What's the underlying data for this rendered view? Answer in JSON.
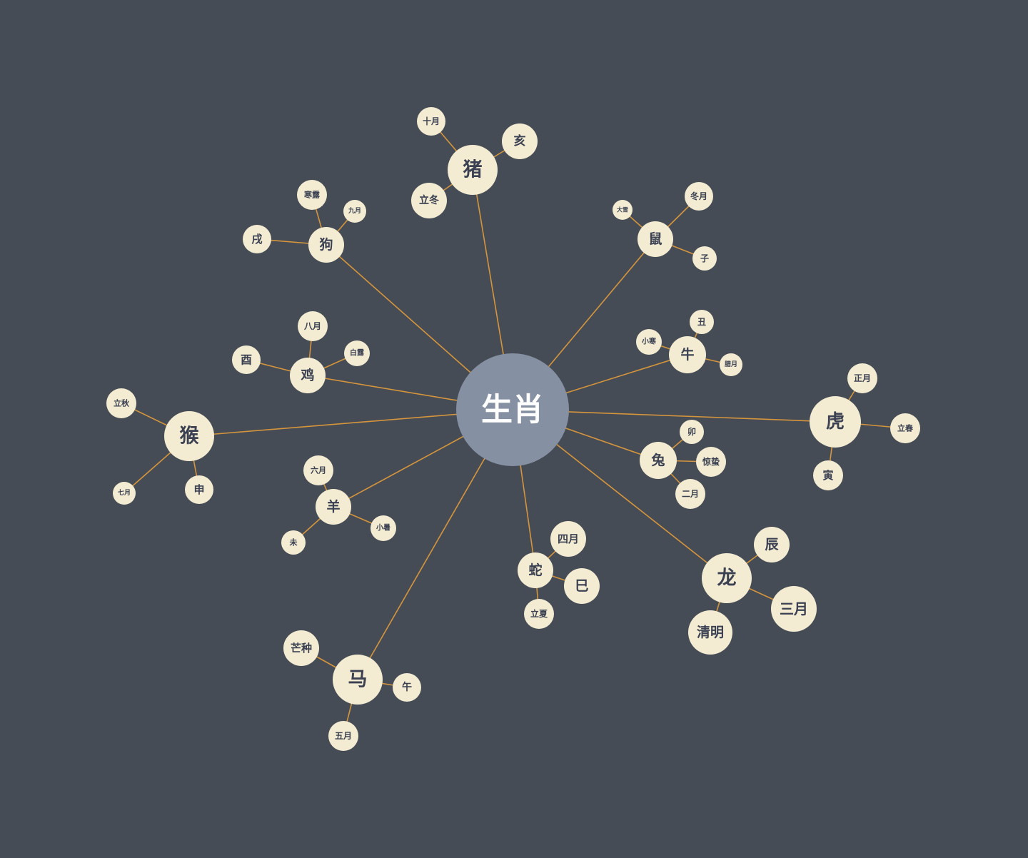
{
  "colors": {
    "background": "#464c55",
    "link": "#d4953d",
    "node": "#f3ecd2",
    "root": "#8590a3",
    "node_text": "#3b4152",
    "root_text": "#ffffff"
  },
  "root": {
    "label": "生肖"
  },
  "animals": [
    {
      "label": "猪",
      "children": [
        "十月",
        "亥",
        "立冬"
      ]
    },
    {
      "label": "鼠",
      "children": [
        "大雪",
        "冬月",
        "子"
      ]
    },
    {
      "label": "牛",
      "children": [
        "丑",
        "小寒",
        "腊月"
      ]
    },
    {
      "label": "虎",
      "children": [
        "正月",
        "立春",
        "寅"
      ]
    },
    {
      "label": "兔",
      "children": [
        "卯",
        "惊蛰",
        "二月"
      ]
    },
    {
      "label": "龙",
      "children": [
        "辰",
        "三月",
        "清明"
      ]
    },
    {
      "label": "蛇",
      "children": [
        "四月",
        "巳",
        "立夏"
      ]
    },
    {
      "label": "马",
      "children": [
        "芒种",
        "午",
        "五月"
      ]
    },
    {
      "label": "羊",
      "children": [
        "六月",
        "小暑",
        "未"
      ]
    },
    {
      "label": "猴",
      "children": [
        "立秋",
        "申",
        "七月"
      ]
    },
    {
      "label": "鸡",
      "children": [
        "八月",
        "白露",
        "酉"
      ]
    },
    {
      "label": "狗",
      "children": [
        "寒露",
        "九月",
        "戌"
      ]
    }
  ]
}
